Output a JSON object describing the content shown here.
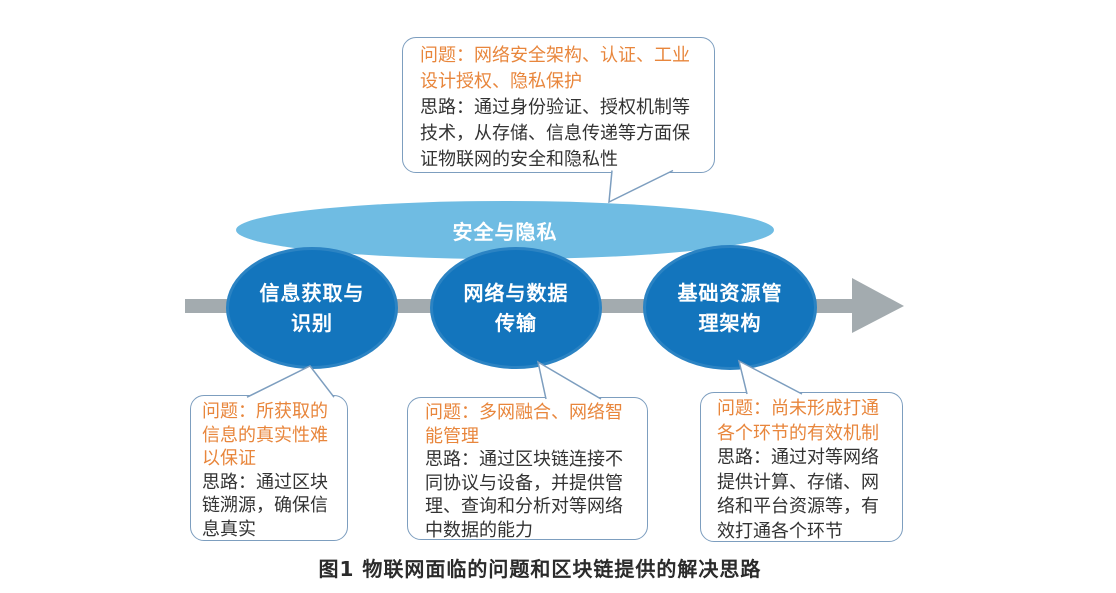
{
  "figure": {
    "caption": "图1 物联网面临的问题和区块链提供的解决思路"
  },
  "security_band": {
    "label": "安全与隐私"
  },
  "nodes": [
    {
      "label": "信息获取与\n识别"
    },
    {
      "label": "网络与数据\n传输"
    },
    {
      "label": "基础资源管\n理架构"
    }
  ],
  "callouts": {
    "top": {
      "problem": "问题：网络安全架构、认证、工业设计授权、隐私保护",
      "solution": "思路：通过身份验证、授权机制等技术，从存储、信息传递等方面保证物联网的安全和隐私性"
    },
    "left": {
      "problem": "问题：所获取的信息的真实性难以保证",
      "solution": "思路：通过区块链溯源，确保信息真实"
    },
    "middle": {
      "problem": "问题：多网融合、网络智能管理",
      "solution": "思路：通过区块链连接不同协议与设备，并提供管理、查询和分析对等网络中数据的能力"
    },
    "right": {
      "problem": "问题：尚未形成打通各个环节的有效机制",
      "solution": "思路：通过对等网络提供计算、存储、网络和平台资源等，有效打通各个环节"
    }
  },
  "colors": {
    "node_blue": "#1375BD",
    "band_blue": "#6FBCE3",
    "problem_orange": "#E8863C",
    "solution_black": "#333333",
    "arrow_gray": "#A3ABAF",
    "callout_border": "#7D9EBF"
  }
}
